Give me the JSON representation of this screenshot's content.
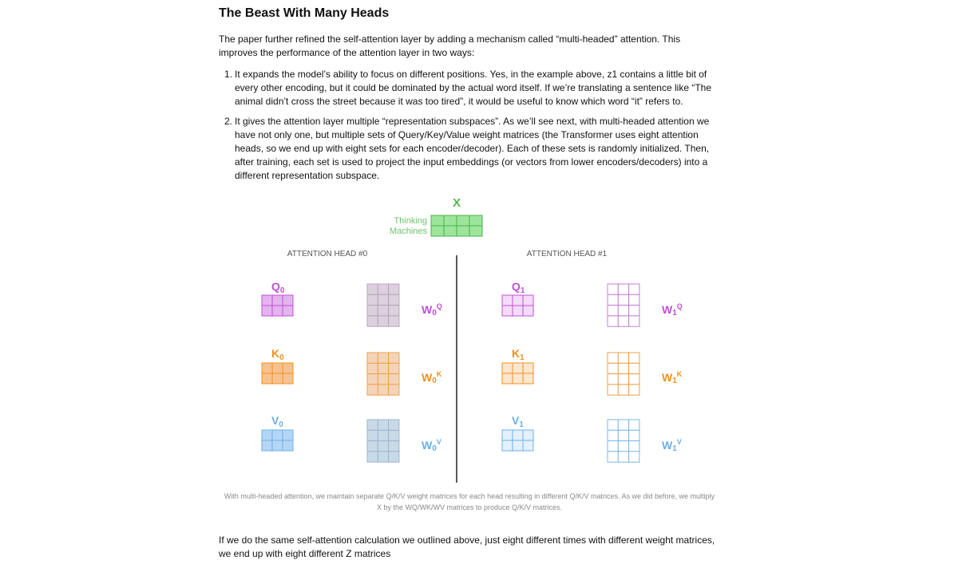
{
  "section": {
    "title": "The Beast With Many Heads",
    "intro": "The paper further refined the self-attention layer by adding a mechanism called “multi-headed” attention. This improves the performance of the attention layer in two ways:",
    "items": [
      {
        "number": "1.",
        "text": "It expands the model’s ability to focus on different positions. Yes, in the example above, z1 contains a little bit of every other encoding, but it could be dominated by the actual word itself. If we’re translating a sentence like “The animal didn’t cross the street because it was too tired”, it would be useful to know which word “it” refers to."
      },
      {
        "number": "2.",
        "text": "It gives the attention layer multiple “representation subspaces”. As we’ll see next, with multi-headed attention we have not only one, but multiple sets of Query/Key/Value weight matrices (the Transformer uses eight attention heads, so we end up with eight sets for each encoder/decoder). Each of these sets is randomly initialized. Then, after training, each set is used to project the input embeddings (or vectors from lower encoders/decoders) into a different representation subspace."
      }
    ],
    "outro": "If we do the same self-attention calculation we outlined above, just eight different times with different weight matrices, we end up with eight different Z matrices"
  },
  "figure": {
    "x_label": "X",
    "input_words": [
      "Thinking",
      "Machines"
    ],
    "heads": [
      {
        "title": "ATTENTION HEAD #0",
        "q_label": "Q",
        "k_label": "K",
        "v_label": "V",
        "subscript": "0",
        "wq_label": "W",
        "wq_sup": "Q",
        "wk_sup": "K",
        "wv_sup": "V"
      },
      {
        "title": "ATTENTION HEAD #1",
        "q_label": "Q",
        "k_label": "K",
        "v_label": "V",
        "subscript": "1",
        "wq_label": "W",
        "wq_sup": "Q",
        "wk_sup": "K",
        "wv_sup": "V"
      }
    ],
    "caption": "With multi-headed attention, we maintain separate Q/K/V weight matrices for each head resulting in different Q/K/V matrices. As we did before, we multiply X by the WQ/WK/WV matrices to produce Q/K/V matrices.",
    "colors": {
      "x_fill": "#9de59a",
      "x_stroke": "#4caf50",
      "x_label": "#56b94f",
      "input_words": "#6cc46a",
      "q_color": "#c04fd6",
      "q_fill0": "#e3b4ee",
      "q_fill1": "#f3dcf7",
      "k_color": "#f0901e",
      "k_fill0": "#f8c290",
      "k_fill1": "#fde6d1",
      "v_color": "#6ab0e8",
      "v_fill0": "#b4d6f6",
      "v_fill1": "#e4f0fb",
      "wq_fill0": "#dcd0de",
      "wq_stroke": "#c67ed6",
      "wk_fill0": "#f4d4b8",
      "wk_stroke": "#f0a04a",
      "wv_fill0": "#c8d9e8",
      "wv_stroke": "#7ab8e8",
      "divider": "#222222",
      "head_title": "#555555"
    }
  }
}
